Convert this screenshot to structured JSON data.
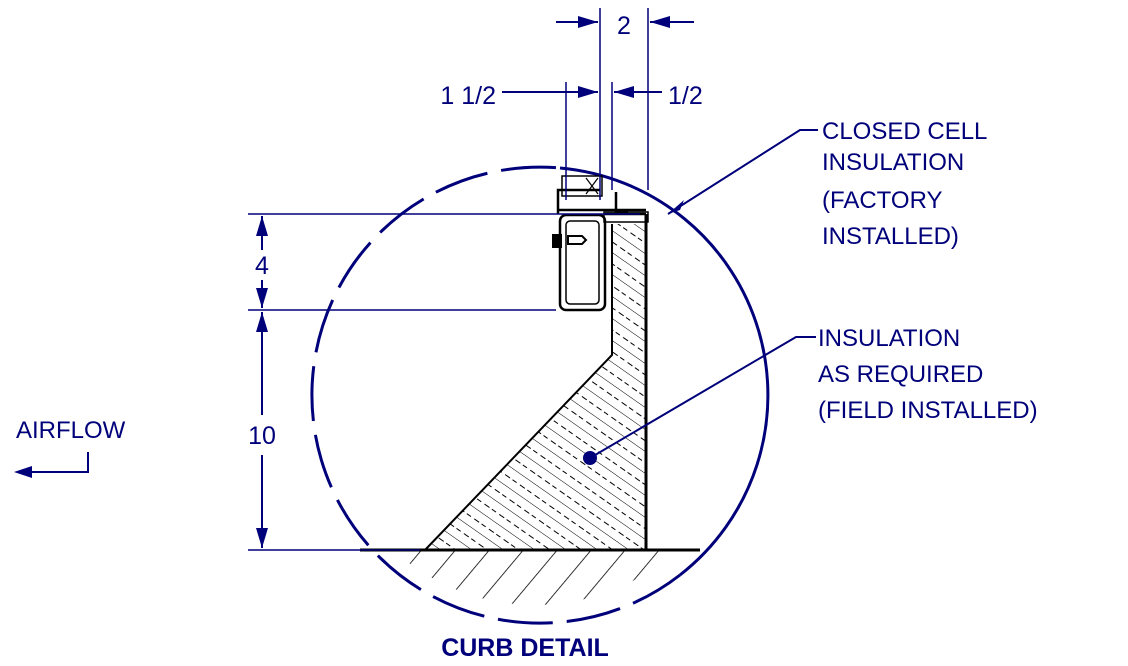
{
  "dimensions": {
    "top_width": "2",
    "left_offset": "1 1/2",
    "right_offset": "1/2",
    "upper_height": "4",
    "lower_height": "10"
  },
  "callouts": {
    "closed_cell": [
      "CLOSED CELL",
      "INSULATION",
      "(FACTORY",
      "INSTALLED)"
    ],
    "field_insulation": [
      "INSULATION",
      "AS REQUIRED",
      "(FIELD INSTALLED)"
    ]
  },
  "airflow_label": "AIRFLOW",
  "title": "CURB DETAIL",
  "colors": {
    "line": "#00007a",
    "detail": "#000000"
  }
}
